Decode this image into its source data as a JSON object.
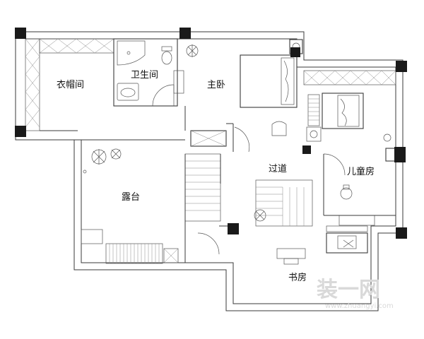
{
  "rooms": {
    "closet": "衣帽间",
    "bathroom": "卫生间",
    "master_bedroom": "主卧",
    "terrace": "露台",
    "corridor": "过道",
    "kids_room": "儿童房",
    "study": "书房"
  },
  "watermark": {
    "logo_text": "装一网",
    "url_text": "www.zhuangyi.com"
  },
  "colors": {
    "wall": "#3a3a3a",
    "column": "#1a1a1a",
    "watermark": "#d9d9d9"
  }
}
